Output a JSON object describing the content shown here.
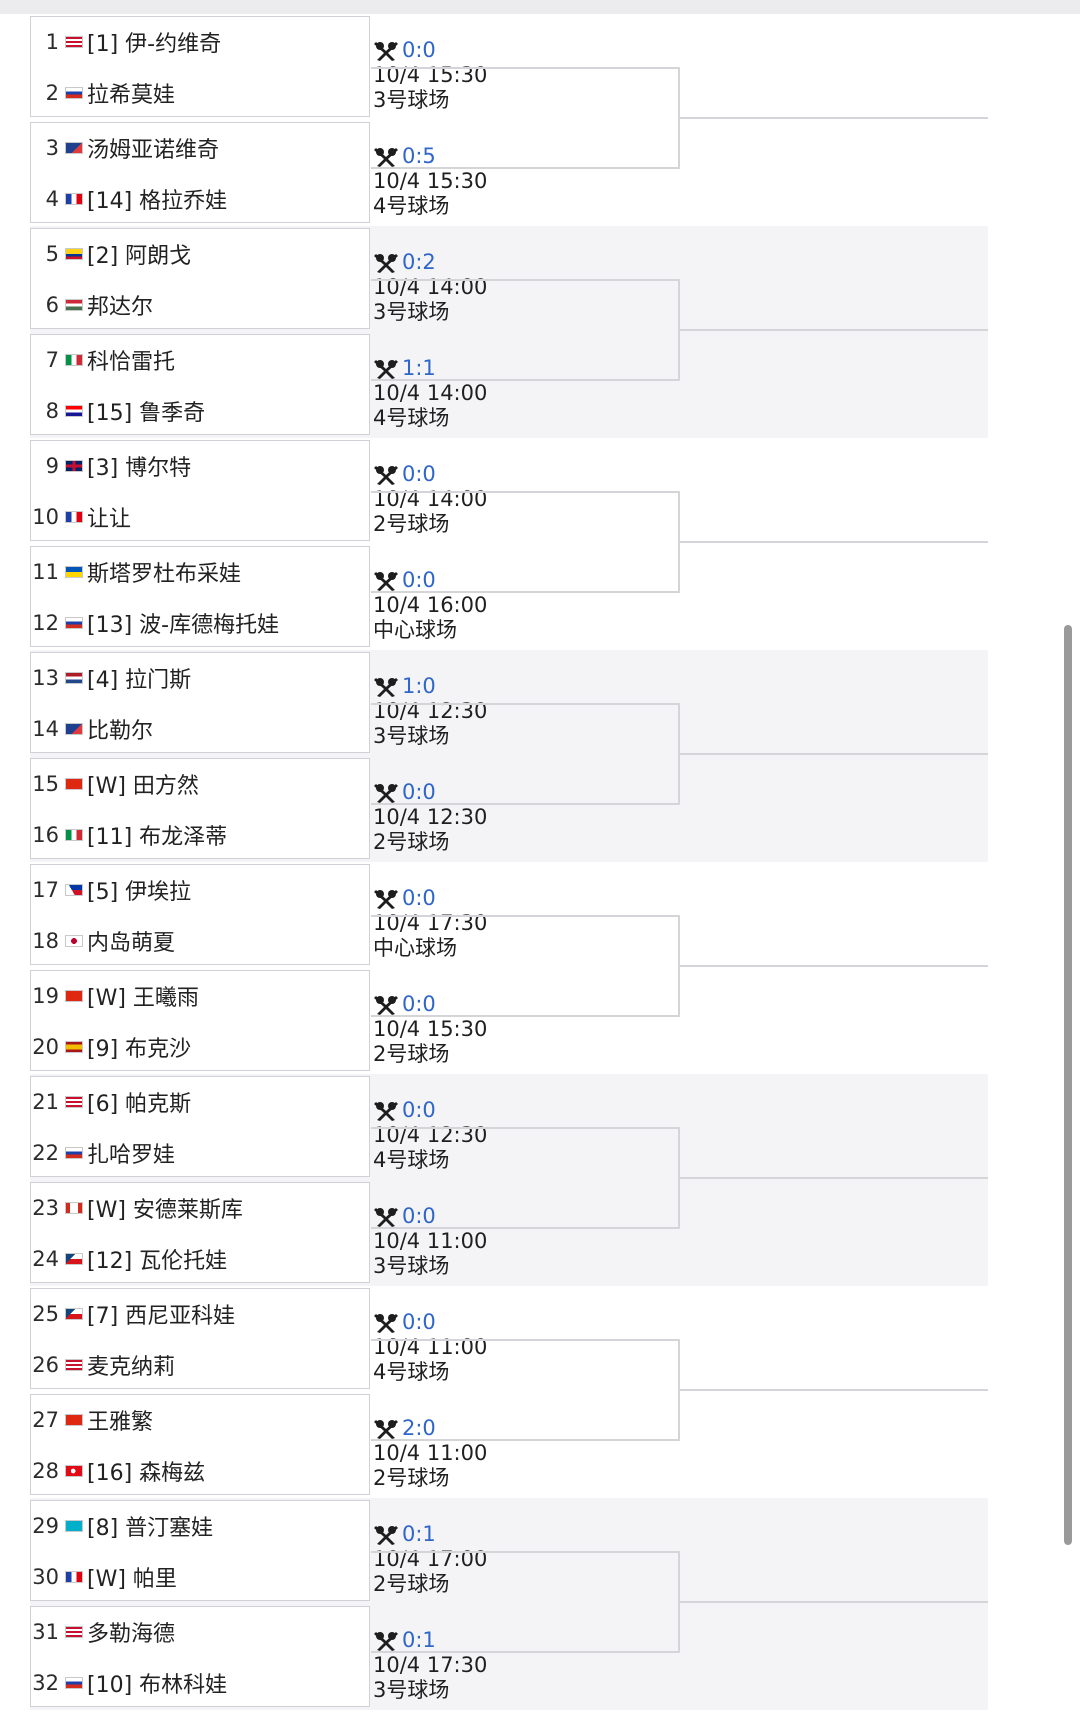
{
  "colors": {
    "score": "#2f66c9",
    "line": "#d3d5d9",
    "band_alt": "#f4f4f6"
  },
  "score_icon": "tennis-crossed-rackets-icon",
  "matches": [
    {
      "players": [
        {
          "num": "1",
          "flag": "us",
          "name": "[1] 伊-约维奇"
        },
        {
          "num": "2",
          "flag": "ru",
          "name": "拉希莫娃"
        }
      ],
      "score": "0:0",
      "datetime": "10/4 15:30",
      "court": "3号球场"
    },
    {
      "players": [
        {
          "num": "3",
          "flag": "au",
          "name": "汤姆亚诺维奇"
        },
        {
          "num": "4",
          "flag": "fr",
          "name": "[14] 格拉乔娃"
        }
      ],
      "score": "0:5",
      "datetime": "10/4 15:30",
      "court": "4号球场"
    },
    {
      "players": [
        {
          "num": "5",
          "flag": "co",
          "name": "[2] 阿朗戈"
        },
        {
          "num": "6",
          "flag": "hu",
          "name": "邦达尔"
        }
      ],
      "score": "0:2",
      "datetime": "10/4 14:00",
      "court": "3号球场"
    },
    {
      "players": [
        {
          "num": "7",
          "flag": "it",
          "name": "科恰雷托"
        },
        {
          "num": "8",
          "flag": "hr",
          "name": "[15] 鲁季奇"
        }
      ],
      "score": "1:1",
      "datetime": "10/4 14:00",
      "court": "4号球场"
    },
    {
      "players": [
        {
          "num": "9",
          "flag": "gb",
          "name": "[3] 博尔特"
        },
        {
          "num": "10",
          "flag": "fr",
          "name": "让让"
        }
      ],
      "score": "0:0",
      "datetime": "10/4 14:00",
      "court": "2号球场"
    },
    {
      "players": [
        {
          "num": "11",
          "flag": "ua",
          "name": "斯塔罗杜布采娃"
        },
        {
          "num": "12",
          "flag": "ru",
          "name": "[13] 波-库德梅托娃"
        }
      ],
      "score": "0:0",
      "datetime": "10/4 16:00",
      "court": "中心球场"
    },
    {
      "players": [
        {
          "num": "13",
          "flag": "nl",
          "name": "[4] 拉门斯"
        },
        {
          "num": "14",
          "flag": "au",
          "name": "比勒尔"
        }
      ],
      "score": "1:0",
      "datetime": "10/4 12:30",
      "court": "3号球场"
    },
    {
      "players": [
        {
          "num": "15",
          "flag": "cn",
          "name": "[W] 田方然"
        },
        {
          "num": "16",
          "flag": "it",
          "name": "[11] 布龙泽蒂"
        }
      ],
      "score": "0:0",
      "datetime": "10/4 12:30",
      "court": "2号球场"
    },
    {
      "players": [
        {
          "num": "17",
          "flag": "ph",
          "name": "[5] 伊埃拉"
        },
        {
          "num": "18",
          "flag": "jp",
          "name": "内岛萌夏"
        }
      ],
      "score": "0:0",
      "datetime": "10/4 17:30",
      "court": "中心球场"
    },
    {
      "players": [
        {
          "num": "19",
          "flag": "cn",
          "name": "[W] 王曦雨"
        },
        {
          "num": "20",
          "flag": "es",
          "name": "[9] 布克沙"
        }
      ],
      "score": "0:0",
      "datetime": "10/4 15:30",
      "court": "2号球场"
    },
    {
      "players": [
        {
          "num": "21",
          "flag": "us",
          "name": "[6] 帕克斯"
        },
        {
          "num": "22",
          "flag": "ru",
          "name": "扎哈罗娃"
        }
      ],
      "score": "0:0",
      "datetime": "10/4 12:30",
      "court": "4号球场"
    },
    {
      "players": [
        {
          "num": "23",
          "flag": "ca",
          "name": "[W] 安德莱斯库"
        },
        {
          "num": "24",
          "flag": "cz",
          "name": "[12] 瓦伦托娃"
        }
      ],
      "score": "0:0",
      "datetime": "10/4 11:00",
      "court": "3号球场"
    },
    {
      "players": [
        {
          "num": "25",
          "flag": "cz",
          "name": "[7] 西尼亚科娃"
        },
        {
          "num": "26",
          "flag": "us",
          "name": "麦克纳莉"
        }
      ],
      "score": "0:0",
      "datetime": "10/4 11:00",
      "court": "4号球场"
    },
    {
      "players": [
        {
          "num": "27",
          "flag": "cn",
          "name": "王雅繁"
        },
        {
          "num": "28",
          "flag": "tr",
          "name": "[16] 森梅兹"
        }
      ],
      "score": "2:0",
      "datetime": "10/4 11:00",
      "court": "2号球场"
    },
    {
      "players": [
        {
          "num": "29",
          "flag": "kz",
          "name": "[8] 普汀塞娃"
        },
        {
          "num": "30",
          "flag": "fr",
          "name": "[W] 帕里"
        }
      ],
      "score": "0:1",
      "datetime": "10/4 17:00",
      "court": "2号球场"
    },
    {
      "players": [
        {
          "num": "31",
          "flag": "us",
          "name": "多勒海德"
        },
        {
          "num": "32",
          "flag": "ru",
          "name": "[10] 布林科娃"
        }
      ],
      "score": "0:1",
      "datetime": "10/4 17:30",
      "court": "3号球场"
    }
  ]
}
